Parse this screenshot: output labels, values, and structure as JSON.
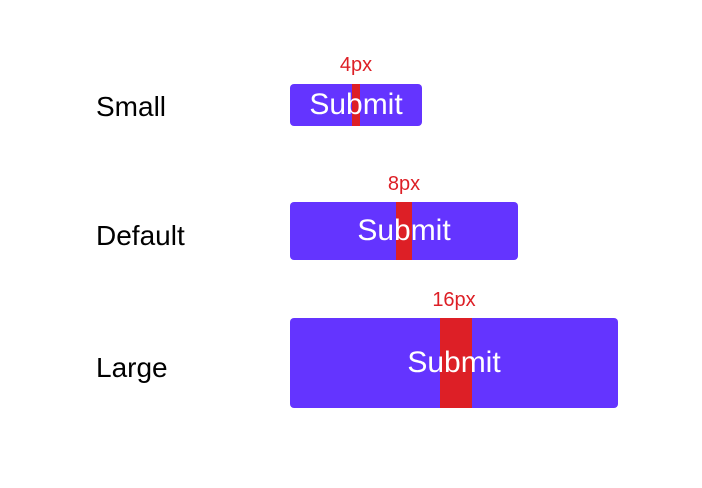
{
  "rows": [
    {
      "label": "Small",
      "button_text": "Submit",
      "spacing_label": "4px"
    },
    {
      "label": "Default",
      "button_text": "Submit",
      "spacing_label": "8px"
    },
    {
      "label": "Large",
      "button_text": "Submit",
      "spacing_label": "16px"
    }
  ],
  "colors": {
    "button_background": "#6434ff",
    "button_text": "#ffffff",
    "spacing_marker": "#dd1f26",
    "label_text": "#000000"
  }
}
